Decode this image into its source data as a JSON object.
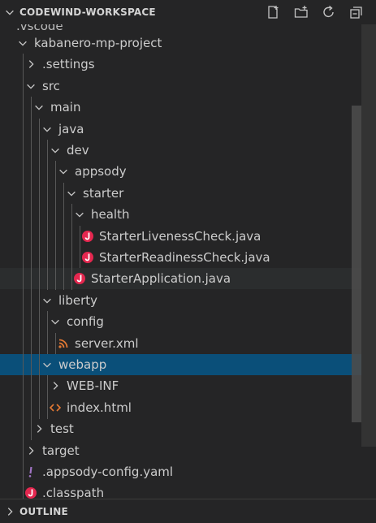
{
  "workspace": {
    "title": "CODEWIND-WORKSPACE",
    "toolbar": [
      "new-file-icon",
      "new-folder-icon",
      "refresh-icon",
      "collapse-all-icon"
    ]
  },
  "tree": {
    "partial_item": ".vscode",
    "items": [
      {
        "label": "kabanero-mp-project",
        "depth": 0,
        "kind": "folder",
        "expanded": true
      },
      {
        "label": ".settings",
        "depth": 1,
        "kind": "folder",
        "expanded": false
      },
      {
        "label": "src",
        "depth": 1,
        "kind": "folder",
        "expanded": true
      },
      {
        "label": "main",
        "depth": 2,
        "kind": "folder",
        "expanded": true
      },
      {
        "label": "java",
        "depth": 3,
        "kind": "folder",
        "expanded": true
      },
      {
        "label": "dev",
        "depth": 4,
        "kind": "folder",
        "expanded": true
      },
      {
        "label": "appsody",
        "depth": 5,
        "kind": "folder",
        "expanded": true
      },
      {
        "label": "starter",
        "depth": 6,
        "kind": "folder",
        "expanded": true
      },
      {
        "label": "health",
        "depth": 7,
        "kind": "folder",
        "expanded": true
      },
      {
        "label": "StarterLivenessCheck.java",
        "depth": 8,
        "kind": "java"
      },
      {
        "label": "StarterReadinessCheck.java",
        "depth": 8,
        "kind": "java"
      },
      {
        "label": "StarterApplication.java",
        "depth": 7,
        "kind": "java",
        "state": "hover"
      },
      {
        "label": "liberty",
        "depth": 3,
        "kind": "folder",
        "expanded": true
      },
      {
        "label": "config",
        "depth": 4,
        "kind": "folder",
        "expanded": true
      },
      {
        "label": "server.xml",
        "depth": 5,
        "kind": "xml"
      },
      {
        "label": "webapp",
        "depth": 3,
        "kind": "folder",
        "expanded": true,
        "state": "selected"
      },
      {
        "label": "WEB-INF",
        "depth": 4,
        "kind": "folder",
        "expanded": false
      },
      {
        "label": "index.html",
        "depth": 4,
        "kind": "html"
      },
      {
        "label": "test",
        "depth": 2,
        "kind": "folder",
        "expanded": false
      },
      {
        "label": "target",
        "depth": 1,
        "kind": "folder",
        "expanded": false
      },
      {
        "label": ".appsody-config.yaml",
        "depth": 1,
        "kind": "yaml"
      },
      {
        "label": ".classpath",
        "depth": 1,
        "kind": "java"
      }
    ]
  },
  "outline": {
    "title": "OUTLINE"
  },
  "colors": {
    "background": "#252526",
    "selected": "#0a4f79",
    "java_icon": "#e4274f",
    "xml_icon": "#e37933",
    "html_icon": "#e37933",
    "yaml_icon": "#a074c4"
  }
}
